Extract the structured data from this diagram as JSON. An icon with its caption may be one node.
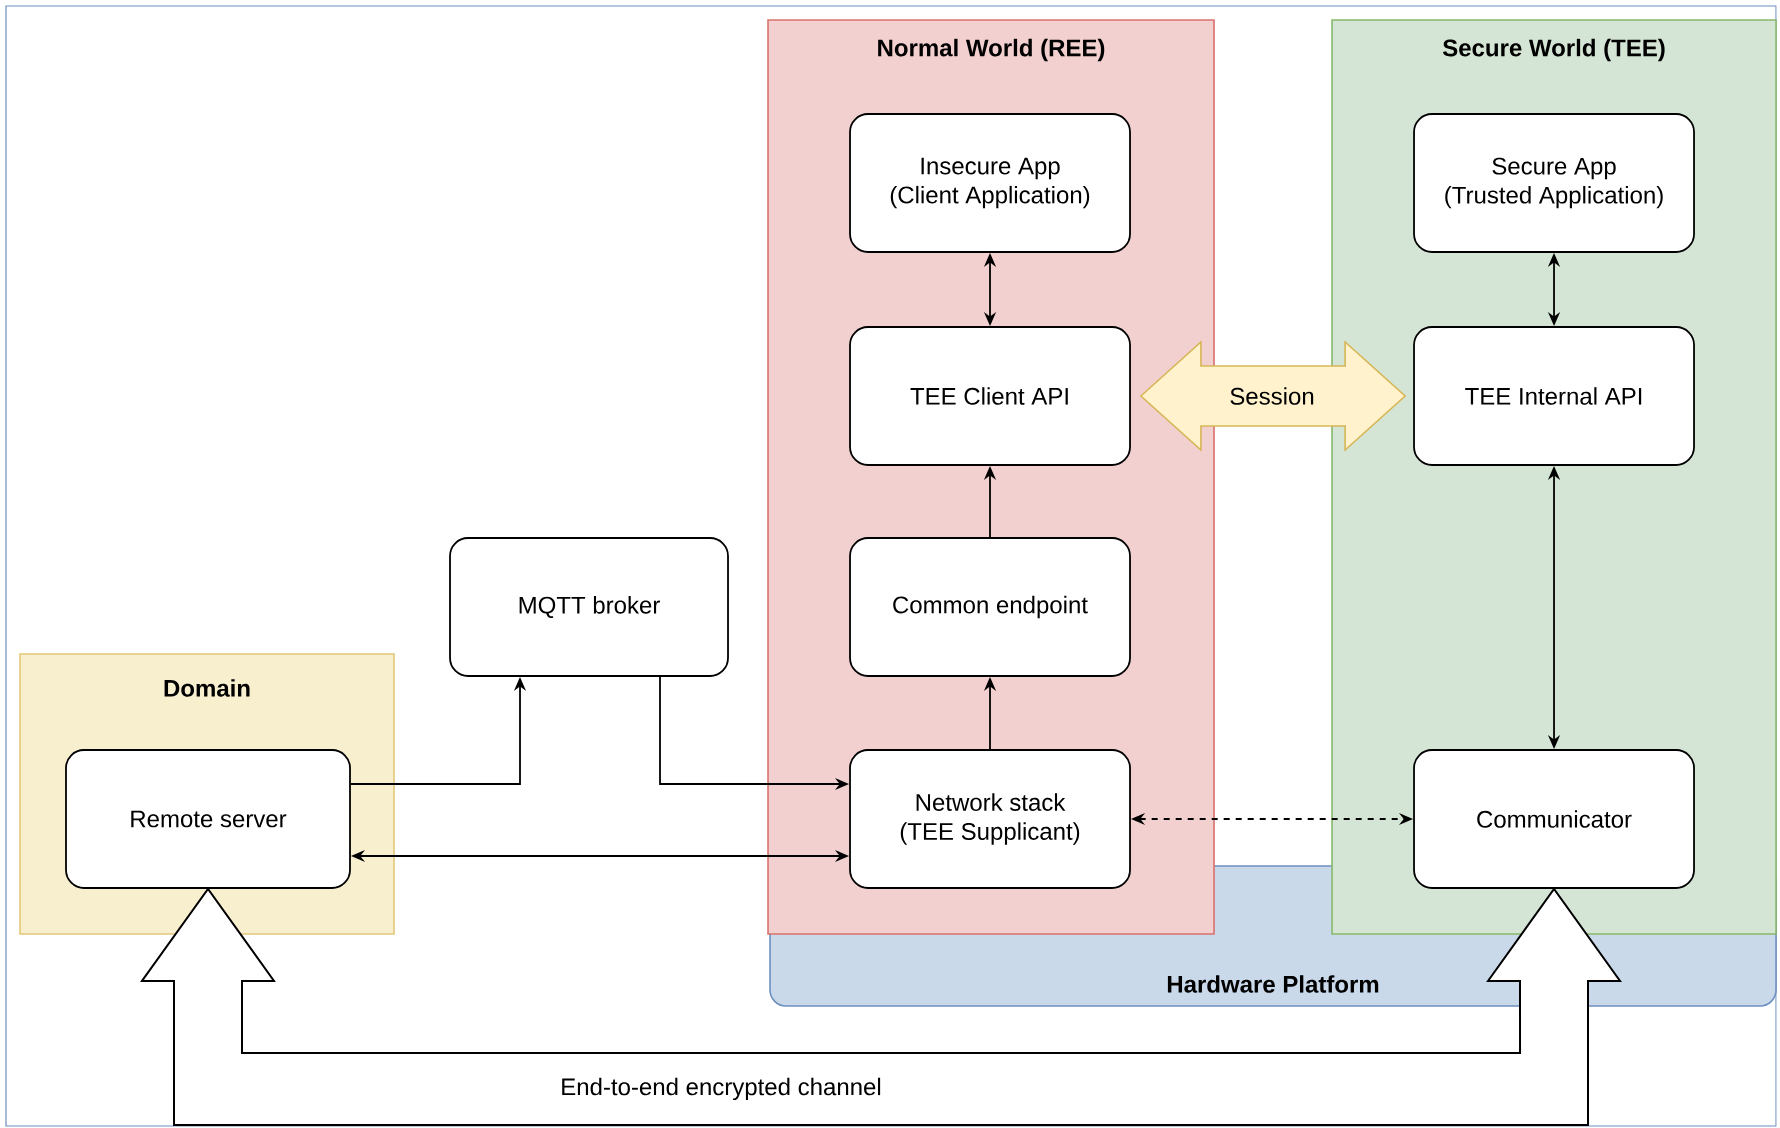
{
  "diagram": {
    "nodes": [
      {
        "text": [
          "Domain"
        ]
      },
      {
        "text": [
          "Remote server"
        ],
        "in": 0
      },
      {
        "text": [
          "MQTT broker"
        ]
      },
      {
        "text": [
          "Normal World (REE)"
        ]
      },
      {
        "text": [
          "Insecure App",
          "(Client Application)"
        ],
        "in": 3
      },
      {
        "text": [
          "TEE Client API"
        ],
        "in": 3
      },
      {
        "text": [
          "Common endpoint"
        ],
        "in": 3
      },
      {
        "text": [
          "Network stack",
          "(TEE Supplicant)"
        ],
        "in": 3
      },
      {
        "text": [
          "Secure World (TEE)"
        ]
      },
      {
        "text": [
          "Secure App",
          "(Trusted Application)"
        ],
        "in": 8
      },
      {
        "text": [
          "TEE Internal API"
        ],
        "in": 8
      },
      {
        "text": [
          "Communicator"
        ],
        "in": 8
      },
      {
        "text": [
          "Hardware Platform"
        ]
      }
    ],
    "edges": [
      {
        "from": 4,
        "to": 5,
        "arrow": "both"
      },
      {
        "from": 6,
        "to": 5,
        "arrow": "to"
      },
      {
        "from": 7,
        "to": 6,
        "arrow": "to"
      },
      {
        "from": 1,
        "to": 2,
        "arrow": "to"
      },
      {
        "from": 2,
        "to": 7,
        "arrow": "to"
      },
      {
        "from": 1,
        "to": 7,
        "arrow": "both"
      },
      {
        "from": 5,
        "to": 10,
        "arrow": "both",
        "label": "Session",
        "style": "thick",
        "color": "#fff2cc"
      },
      {
        "from": 9,
        "to": 10,
        "arrow": "both"
      },
      {
        "from": 10,
        "to": 11,
        "arrow": "both"
      },
      {
        "from": 7,
        "to": 11,
        "arrow": "both",
        "style": "dashed"
      },
      {
        "from": 11,
        "to": 1,
        "arrow": "both",
        "label": "End-to-end encrypted channel",
        "style": "thick"
      }
    ]
  }
}
